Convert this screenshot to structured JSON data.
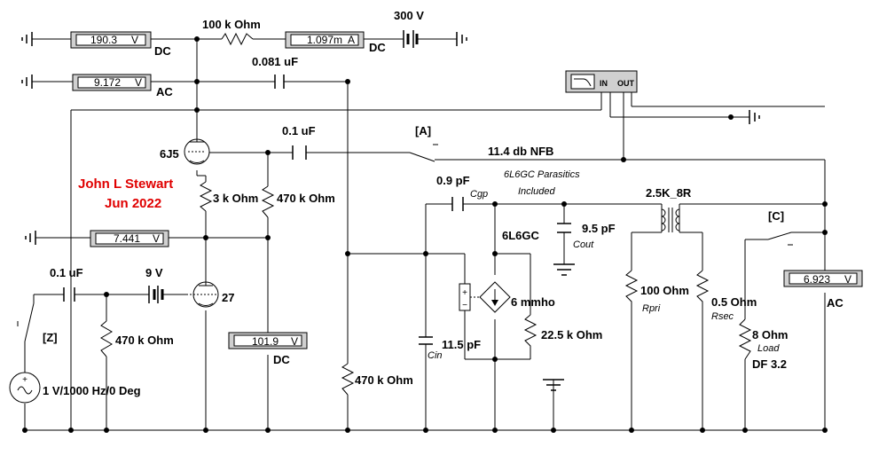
{
  "author": {
    "line1": "John L Stewart",
    "line2": "Jun 2022"
  },
  "meters": {
    "m1": {
      "value": "190.3",
      "unit": "V",
      "mode": "DC"
    },
    "m2": {
      "value": "1.097m",
      "unit": "A",
      "mode": "DC"
    },
    "m3": {
      "value": "9.172",
      "unit": "V",
      "mode": "AC"
    },
    "m4": {
      "value": "7.441",
      "unit": "V"
    },
    "m5": {
      "value": "101.9",
      "unit": "V",
      "mode": "DC"
    },
    "m6": {
      "value": "6.923",
      "unit": "V",
      "mode": "AC"
    }
  },
  "components": {
    "r_top": "100 k Ohm",
    "batt_300": "300 V",
    "c_0081": "0.081 uF",
    "c_01_top": "0.1 uF",
    "tube_6j5": "6J5",
    "r_3k": "3 k Ohm",
    "r_470_grid": "470 k Ohm",
    "switch_a": "[A]",
    "nfb": "11.4 db NFB",
    "parasitics1": "6L6GC Parasitics",
    "parasitics2": "Included",
    "c_09": "0.9 pF",
    "cgp": "Cgp",
    "transformer": "2.5K_8R",
    "tube_6l6": "6L6GC",
    "c_95": "9.5 pF",
    "cout": "Cout",
    "switch_c": "[C]",
    "c_01_in": "0.1 uF",
    "batt_9": "9 V",
    "tube_27": "27",
    "gm": "6 mmho",
    "r_100": "100  Ohm",
    "rpri": "Rpri",
    "r_05": "0.5  Ohm",
    "rsec": "Rsec",
    "switch_z": "[Z]",
    "r_470_in": "470 k Ohm",
    "c_115": "11.5 pF",
    "cin": "Cin",
    "r_225": "22.5 k Ohm",
    "r_8": "8  Ohm",
    "load": "Load",
    "df": "DF 3.2",
    "source": "1 V/1000 Hz/0 Deg",
    "r_470_bottom": "470 k Ohm",
    "bode_in": "IN",
    "bode_out": "OUT"
  }
}
